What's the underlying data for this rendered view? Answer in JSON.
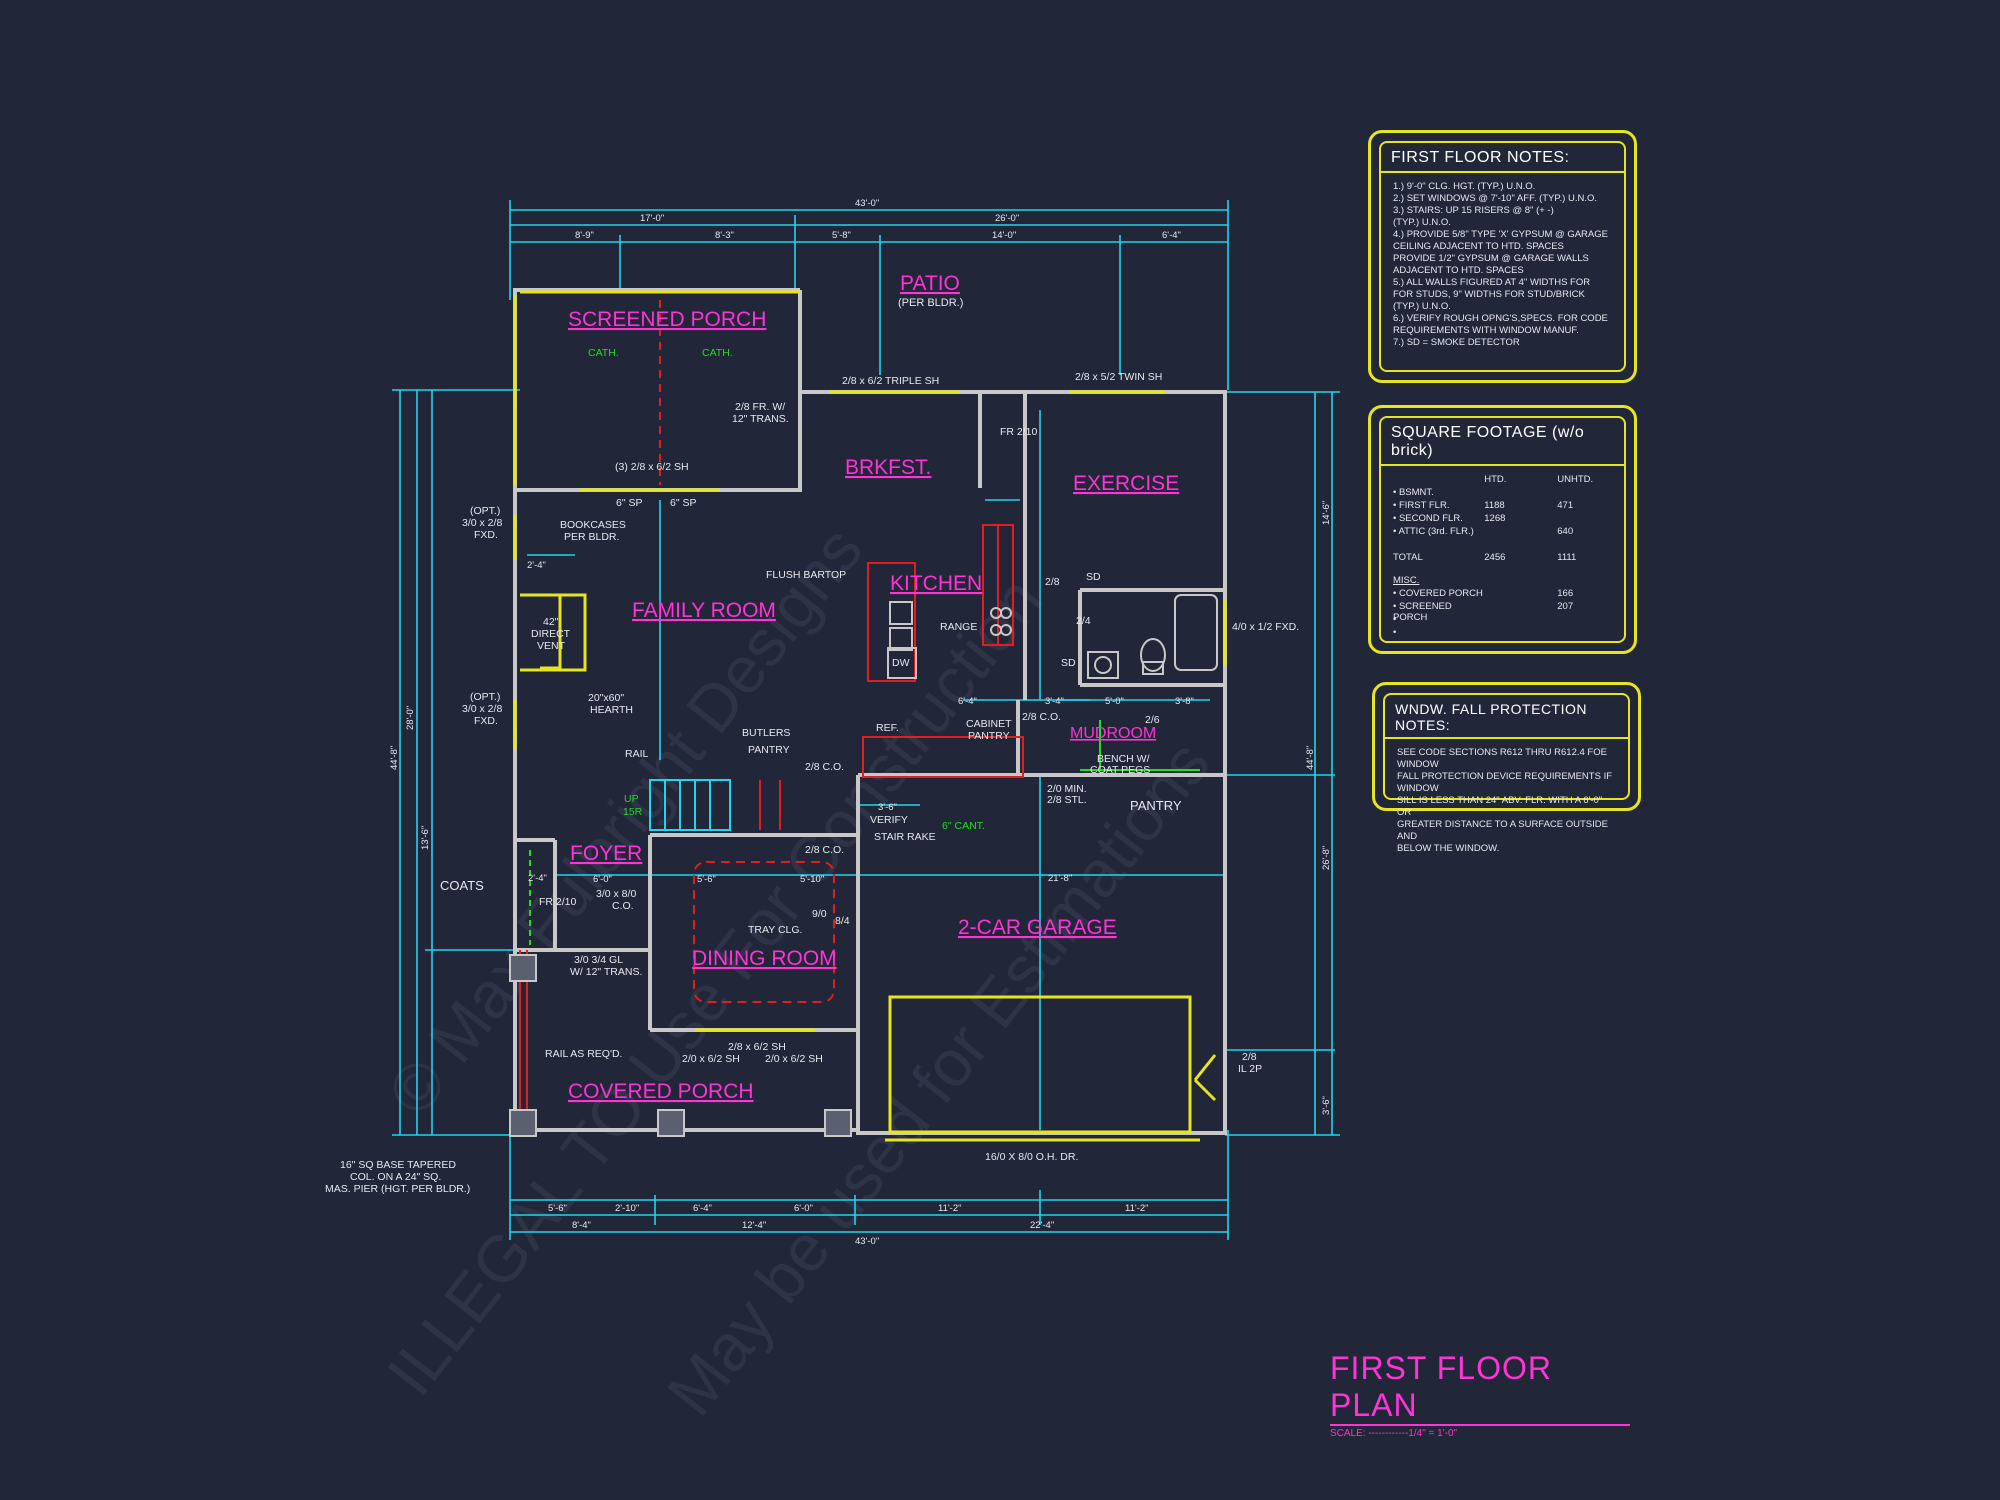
{
  "colors": {
    "background": "#212638",
    "dimension": "#1fd6ee",
    "room_label": "#ff33d6",
    "wall": "#c8c8c8",
    "window": "#e6e61e",
    "accent_red": "#e02020",
    "accent_green": "#22dd22",
    "text": "#e8e8ee"
  },
  "rooms": {
    "screened_porch": "SCREENED PORCH",
    "patio": "PATIO",
    "patio_sub": "(PER BLDR.)",
    "brkfst": "BRKFST.",
    "exercise": "EXERCISE",
    "kitchen": "KITCHEN",
    "family_room": "FAMILY ROOM",
    "mudroom": "MUDROOM",
    "foyer": "FOYER",
    "dining_room": "DINING ROOM",
    "garage": "2-CAR GARAGE",
    "covered_porch": "COVERED PORCH"
  },
  "labels": {
    "cath1": "CATH.",
    "cath2": "CATH.",
    "triple_sh": "2/8 x 6/2 TRIPLE SH",
    "twin_sh": "2/8 x 5/2 TWIN SH",
    "fr_trans": "2/8 FR. W/",
    "fr_trans2": "12\" TRANS.",
    "three_sh": "(3) 2/8 x 6/2 SH",
    "sp1": "6\" SP",
    "sp2": "6\" SP",
    "fr_210_top": "FR 2/10",
    "opt_top": "(OPT.)",
    "opt_top2": "3/0 x 2/8",
    "opt_top3": "FXD.",
    "bookcases": "BOOKCASES",
    "bookcases2": "PER BLDR.",
    "flush_bartop": "FLUSH BARTOP",
    "range": "RANGE",
    "dw": "DW",
    "direct_vent1": "42\"",
    "direct_vent2": "DIRECT",
    "direct_vent3": "VENT",
    "hearth1": "20\"x60\"",
    "hearth2": "HEARTH",
    "opt_mid": "(OPT.)",
    "opt_mid2": "3/0 x 2/8",
    "opt_mid3": "FXD.",
    "sd1": "SD",
    "sd2": "SD",
    "d28": "2/8",
    "d24": "2/4",
    "fxd_right": "4/0 x 1/2 FXD.",
    "rail": "RAIL",
    "butlers": "BUTLERS",
    "pantry_b": "PANTRY",
    "co28": "2/8 C.O.",
    "ref": "REF.",
    "cabinet": "CABINET",
    "cabinet2": "PANTRY",
    "co28b": "2/8 C.O.",
    "d26": "2/6",
    "bench": "BENCH W/",
    "bench2": "COAT PEGS",
    "min20": "2/0 MIN.",
    "stl": "2/8 STL.",
    "pantry_r": "PANTRY",
    "up": "UP",
    "fifteen_r": "15R",
    "verify": "VERIFY",
    "cant": "6\" CANT.",
    "stair_rake": "STAIR RAKE",
    "co28c": "2/8 C.O.",
    "coats": "COATS",
    "fr_210_foyer": "FR 2/10",
    "co_foyer": "3/0 x 8/0",
    "co_foyer2": "C.O.",
    "gl_trans": "3/0 3/4 GL",
    "gl_trans2": "W/ 12\" TRANS.",
    "tray": "TRAY CLG.",
    "d90": "9/0",
    "d84": "8/4",
    "sh_bottom": "2/8 x 6/2 SH",
    "sh_b1": "2/0 x 6/2 SH",
    "sh_b2": "2/0 x 6/2 SH",
    "rail_req": "RAIL AS REQ'D.",
    "col1": "16\" SQ BASE TAPERED",
    "col2": "COL. ON A 24\" SQ.",
    "col3": "MAS. PIER (HGT. PER BLDR.)",
    "ohdr": "16/0 X 8/0 O.H. DR.",
    "il_2p": "2/8",
    "il_2p2": "IL 2P"
  },
  "dims": {
    "top_total": "43'-0\"",
    "top_a": "17'-0\"",
    "top_b": "26'-0\"",
    "top_c1": "8'-9\"",
    "top_c2": "8'-3\"",
    "top_c3": "5'-8\"",
    "top_c4": "14'-0\"",
    "top_c5": "6'-4\"",
    "bot_total": "43'-0\"",
    "bot_a": "8'-4\"",
    "bot_b": "12'-4\"",
    "bot_c": "22'-4\"",
    "bot_d1": "5'-6\"",
    "bot_d2": "2'-10\"",
    "bot_d3": "6'-4\"",
    "bot_d4": "6'-0\"",
    "bot_d5": "11'-2\"",
    "bot_d6": "11'-2\"",
    "left_total": "44'-8\"",
    "left_a": "28'-0\"",
    "left_b": "13'-6\"",
    "right_total": "44'-8\"",
    "right_a": "14'-6\"",
    "right_b": "26'-8\"",
    "right_c": "3'-6\"",
    "garage_w": "21'-8\"",
    "k_64": "6'-4\"",
    "k_34": "3'-4\"",
    "k_50": "5'-0\"",
    "k_38": "3'-8\"",
    "f_60": "6'-0\"",
    "f_56": "5'-6\"",
    "f_510": "5'-10\"",
    "f_24": "2'-4\"",
    "s_36": "3'-6\"",
    "b_24": "2'-4\""
  },
  "notes": {
    "first_floor_title": "FIRST FLOOR NOTES:",
    "first_floor_body": "1.) 9'-0\" CLG. HGT. (TYP.) U.N.O.\n2.) SET WINDOWS @ 7'-10\" AFF. (TYP.) U.N.O.\n3.) STAIRS: UP 15 RISERS @ 8\" (+ -)\n     (TYP.) U.N.O.\n4.) PROVIDE 5/8\" TYPE 'X' GYPSUM @ GARAGE\n     CEILING ADJACENT TO HTD. SPACES\n     PROVIDE 1/2\" GYPSUM @ GARAGE WALLS\n     ADJACENT TO HTD. SPACES\n5.) ALL WALLS FIGURED AT 4\" WIDTHS FOR\n     FOR STUDS, 9\" WIDTHS FOR STUD/BRICK\n     (TYP.) U.N.O.\n6.) VERIFY ROUGH OPNG'S,SPECS. FOR CODE\n     REQUIREMENTS WITH WINDOW MANUF.\n7.) SD = SMOKE DETECTOR",
    "sqft_title": "SQUARE FOOTAGE (w/o brick)",
    "sqft_htd": "HTD.",
    "sqft_unhtd": "UNHTD.",
    "sqft_rows": [
      {
        "label": "• BSMNT.",
        "htd": "",
        "unhtd": ""
      },
      {
        "label": "• FIRST FLR.",
        "htd": "1188",
        "unhtd": "471"
      },
      {
        "label": "• SECOND FLR.",
        "htd": "1268",
        "unhtd": ""
      },
      {
        "label": "• ATTIC (3rd. FLR.)",
        "htd": "",
        "unhtd": "640"
      },
      {
        "label": "",
        "htd": "",
        "unhtd": ""
      },
      {
        "label": "  TOTAL",
        "htd": "2456",
        "unhtd": "1111"
      }
    ],
    "sqft_misc": "MISC.",
    "sqft_misc_rows": [
      {
        "label": "• COVERED PORCH",
        "htd": "",
        "unhtd": "166"
      },
      {
        "label": "• SCREENED PORCH",
        "htd": "",
        "unhtd": "207"
      },
      {
        "label": "•",
        "htd": "",
        "unhtd": ""
      },
      {
        "label": "•",
        "htd": "",
        "unhtd": ""
      }
    ],
    "fall_title": "WNDW. FALL PROTECTION NOTES:",
    "fall_body": "SEE CODE SECTIONS R612 THRU R612.4 FOE WINDOW\nFALL PROTECTION DEVICE REQUIREMENTS IF WINDOW\nSILL IS LESS THAN 24\" ABV. FLR. WITH A 6'-0\" OR\nGREATER DISTANCE TO A SURFACE OUTSIDE AND\nBELOW THE WINDOW."
  },
  "title_block": {
    "title": "FIRST FLOOR PLAN",
    "scale": "SCALE: ------------1/4\" = 1'-0\""
  },
  "watermark": {
    "line1": "© Max Fulbright Designs",
    "line2": "ILLEGAL TO Use For Construction",
    "line3": "May be used for Estimations"
  }
}
